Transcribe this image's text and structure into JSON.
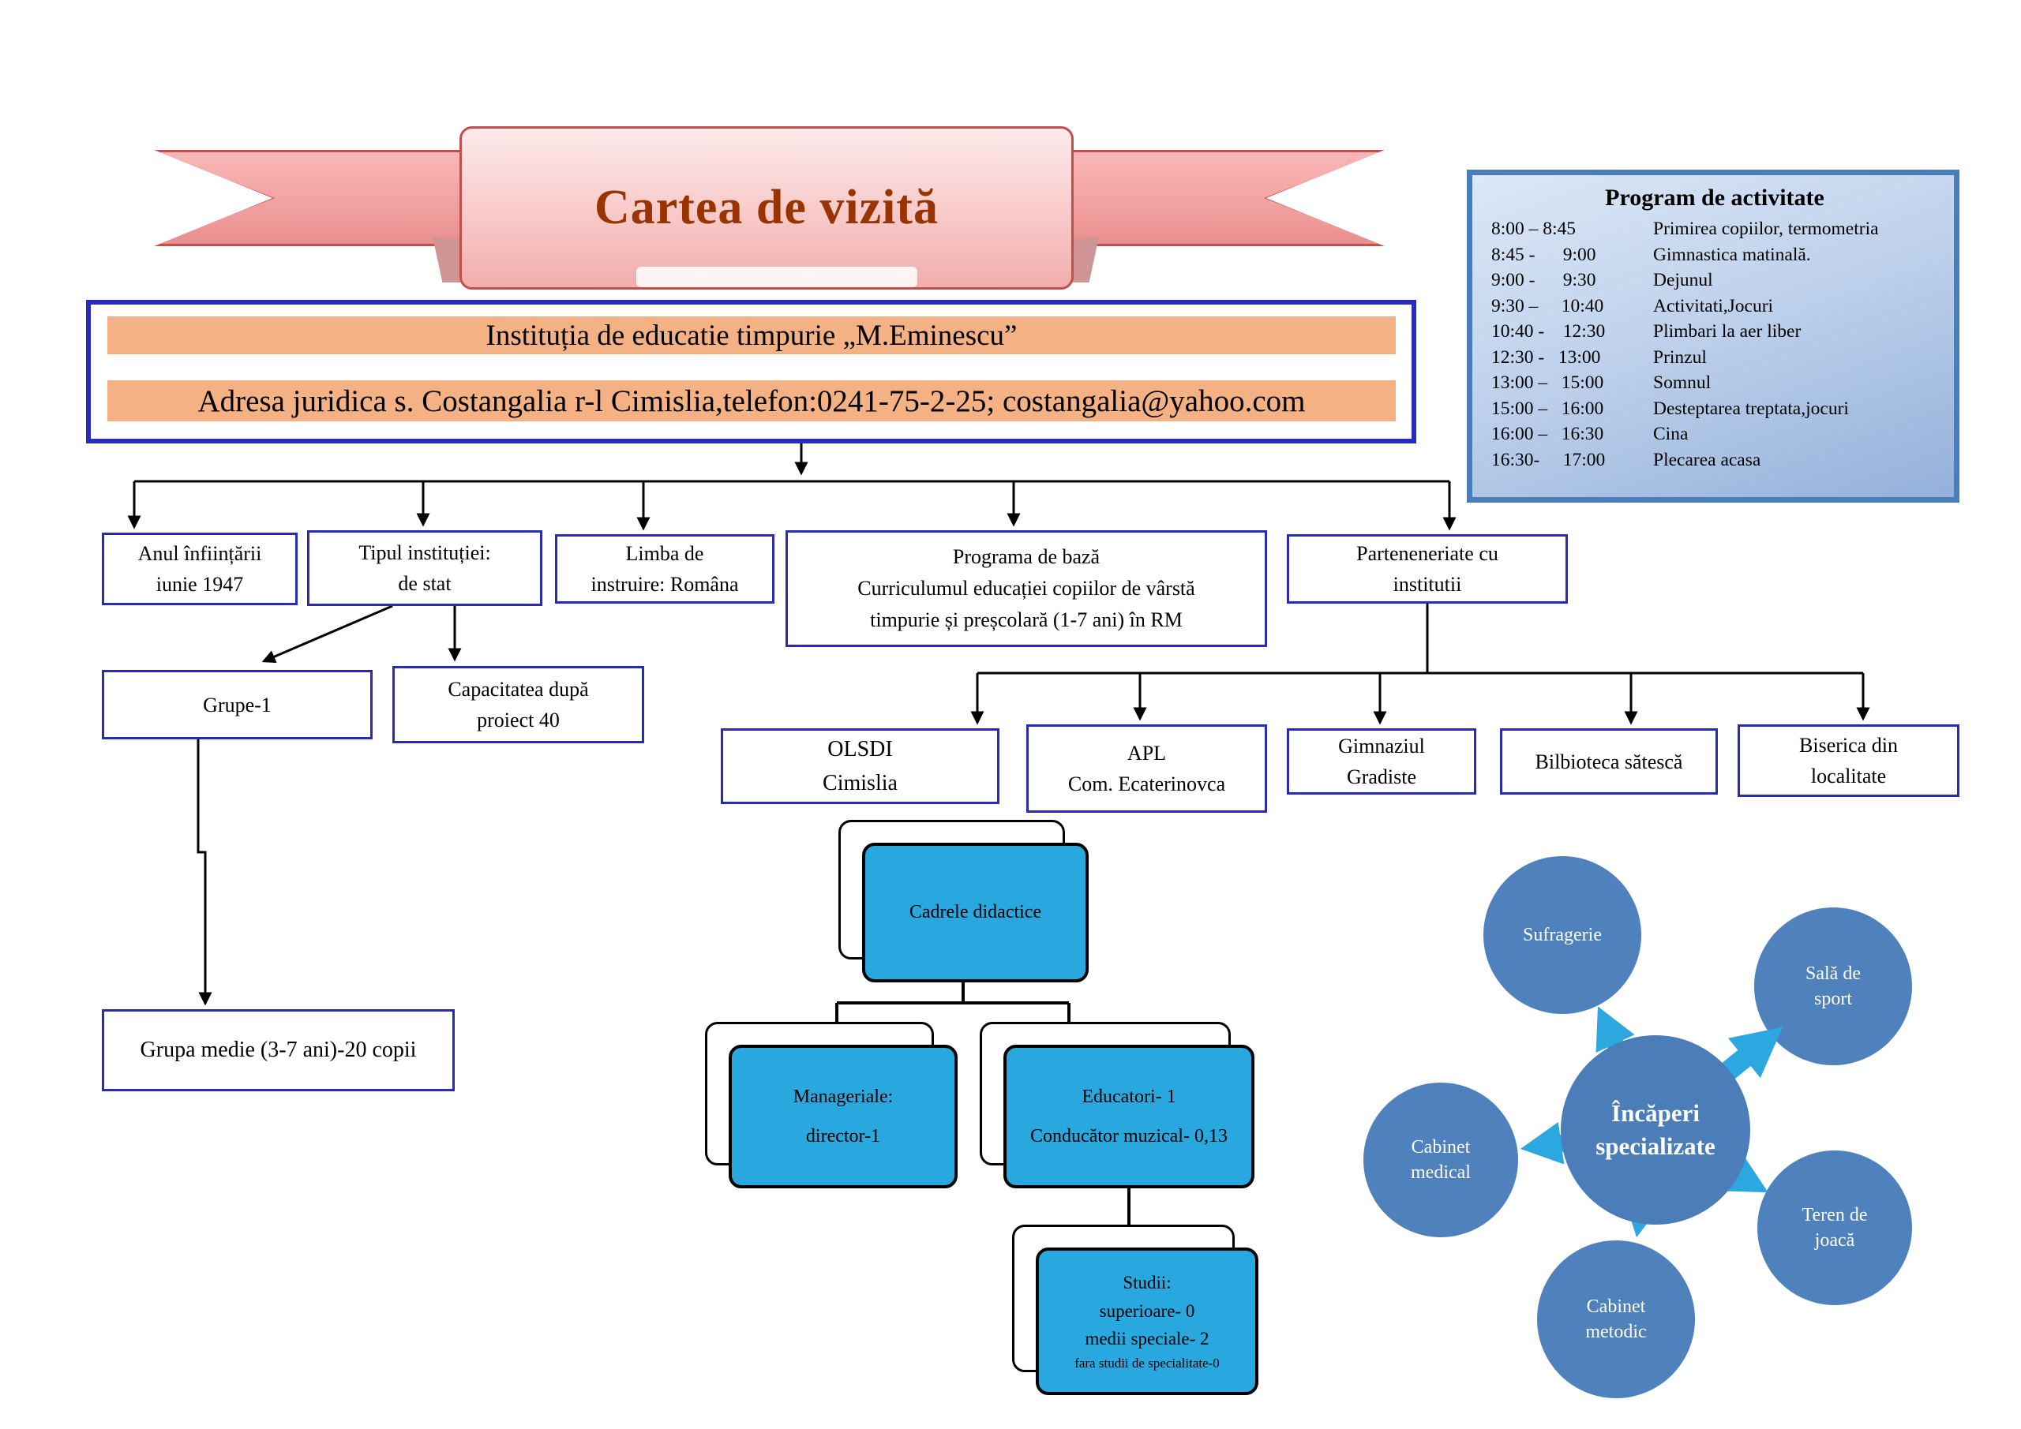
{
  "banner": {
    "title": "Cartea de vizită"
  },
  "institution": {
    "name": "Instituția de educatie timpurie „M.Eminescu”",
    "address": "Adresa juridica s. Costangalia r-l Cimislia,telefon:0241-75-2-25; costangalia@yahoo.com"
  },
  "program": {
    "title": "Program de activitate",
    "items": [
      {
        "t": "8:00 – 8:45",
        "a": "Primirea copiilor, termometria"
      },
      {
        "t": "8:45 -      9:00",
        "a": "Gimnastica matinală."
      },
      {
        "t": "9:00 -      9:30",
        "a": "Dejunul"
      },
      {
        "t": "9:30 –     10:40",
        "a": "Activitati,Jocuri"
      },
      {
        "t": "10:40 -    12:30",
        "a": "Plimbari la aer liber"
      },
      {
        "t": "12:30 -   13:00",
        "a": "Prinzul"
      },
      {
        "t": "13:00 –   15:00",
        "a": "Somnul"
      },
      {
        "t": "15:00 –   16:00",
        "a": "Desteptarea treptata,jocuri"
      },
      {
        "t": "16:00 –   16:30",
        "a": "Cina"
      },
      {
        "t": "16:30-     17:00",
        "a": "Plecarea acasa"
      }
    ]
  },
  "org": {
    "anul": "Anul înființării\niunie 1947",
    "tipul": "Tipul instituției:\nde stat",
    "limba": "Limba de\ninstruire: Româna",
    "programa": "Programa de bază\nCurriculumul educației copiilor de vârstă\ntimpurie și preșcolară (1-7 ani) în RM",
    "parteneriate": "Parteneneriate cu\ninstitutii",
    "grupe": "Grupe-1",
    "capacitatea": "Capacitatea după\nproiect 40",
    "grupa_medie": "Grupa medie (3-7 ani)-20 copii"
  },
  "partners": [
    {
      "label": "OLSDI\nCimislia"
    },
    {
      "label": "APL\nCom. Ecaterinovca"
    },
    {
      "label": "Gimnaziul\nGradiste"
    },
    {
      "label": "Bilbioteca sătescă"
    },
    {
      "label": "Biserica din\nlocalitate"
    }
  ],
  "staff": {
    "cadrele": "Cadrele didactice",
    "manageriale": "Manageriale:\ndirector-1",
    "educatori": "Educatori- 1\nConducător muzical- 0,13",
    "studii": "Studii:\nsuperioare- 0\nmedii speciale- 2",
    "studii_small": "fara studii de specialitate-0"
  },
  "rooms": {
    "center": "Încăperi\nspecializate",
    "satellites": [
      "Sufragerie",
      "Sală de\nsport",
      "Cabinet\nmedical",
      "Teren de\njoacă",
      "Cabinet\nmetodic"
    ]
  },
  "colors": {
    "ribbon_pink": "#f2a2a2",
    "ribbon_edge": "#c0504d",
    "title_brown": "#993300",
    "orange_bar": "#f4b183",
    "frame_blue": "#2a2ac0",
    "box_border_blue": "#2a2ab8",
    "program_border": "#4a7ebb",
    "program_fill": "#bccfeb",
    "cyan_box": "#29a8e0",
    "circle_blue": "#4f81bd",
    "arrow_blue": "#2da7e0"
  }
}
